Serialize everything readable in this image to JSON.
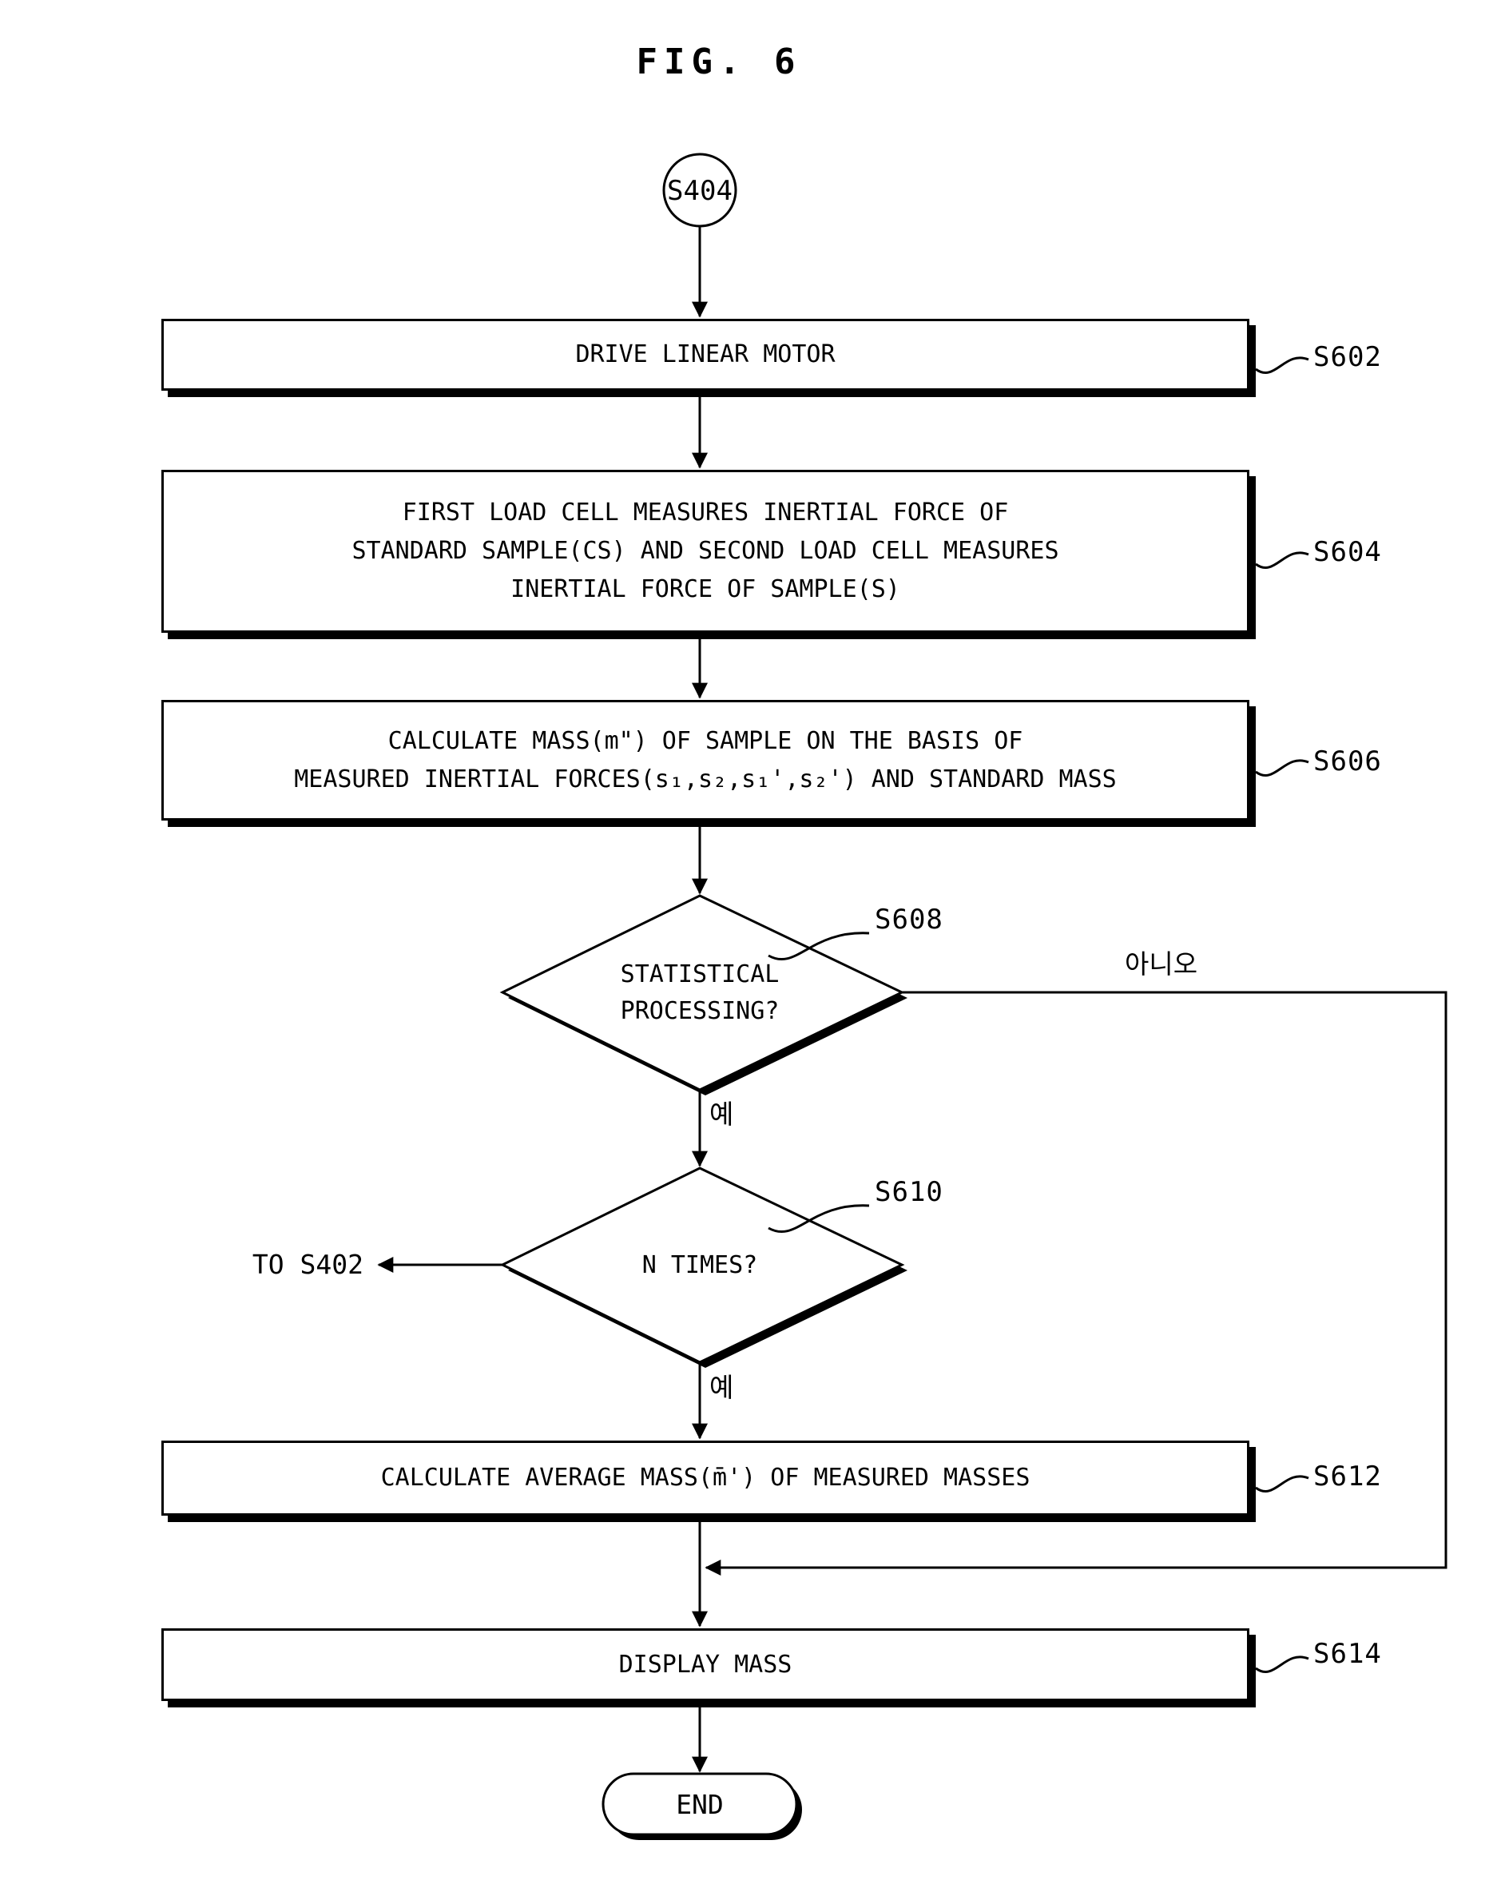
{
  "figure": {
    "title": "FIG. 6"
  },
  "nodes": {
    "start": {
      "label": "S404"
    },
    "s602": {
      "text": "DRIVE LINEAR MOTOR",
      "ref": "S602"
    },
    "s604": {
      "lines": [
        "FIRST LOAD CELL MEASURES INERTIAL FORCE OF",
        "STANDARD SAMPLE(CS) AND SECOND LOAD CELL MEASURES",
        "INERTIAL FORCE OF SAMPLE(S)"
      ],
      "ref": "S604"
    },
    "s606": {
      "lines": [
        "CALCULATE MASS(m\") OF SAMPLE ON THE BASIS OF",
        "MEASURED INERTIAL FORCES(s₁,s₂,s₁',s₂') AND STANDARD MASS"
      ],
      "ref": "S606"
    },
    "s608": {
      "lines": [
        "STATISTICAL",
        "PROCESSING?"
      ],
      "ref": "S608",
      "yes_label": "예",
      "no_label": "아니오"
    },
    "s610": {
      "text": "N TIMES?",
      "ref": "S610",
      "yes_label": "예",
      "exit_label": "TO S402"
    },
    "s612": {
      "text": "CALCULATE AVERAGE MASS(m̄') OF MEASURED MASSES",
      "ref": "S612"
    },
    "s614": {
      "text": "DISPLAY MASS",
      "ref": "S614"
    },
    "end": {
      "label": "END"
    }
  }
}
